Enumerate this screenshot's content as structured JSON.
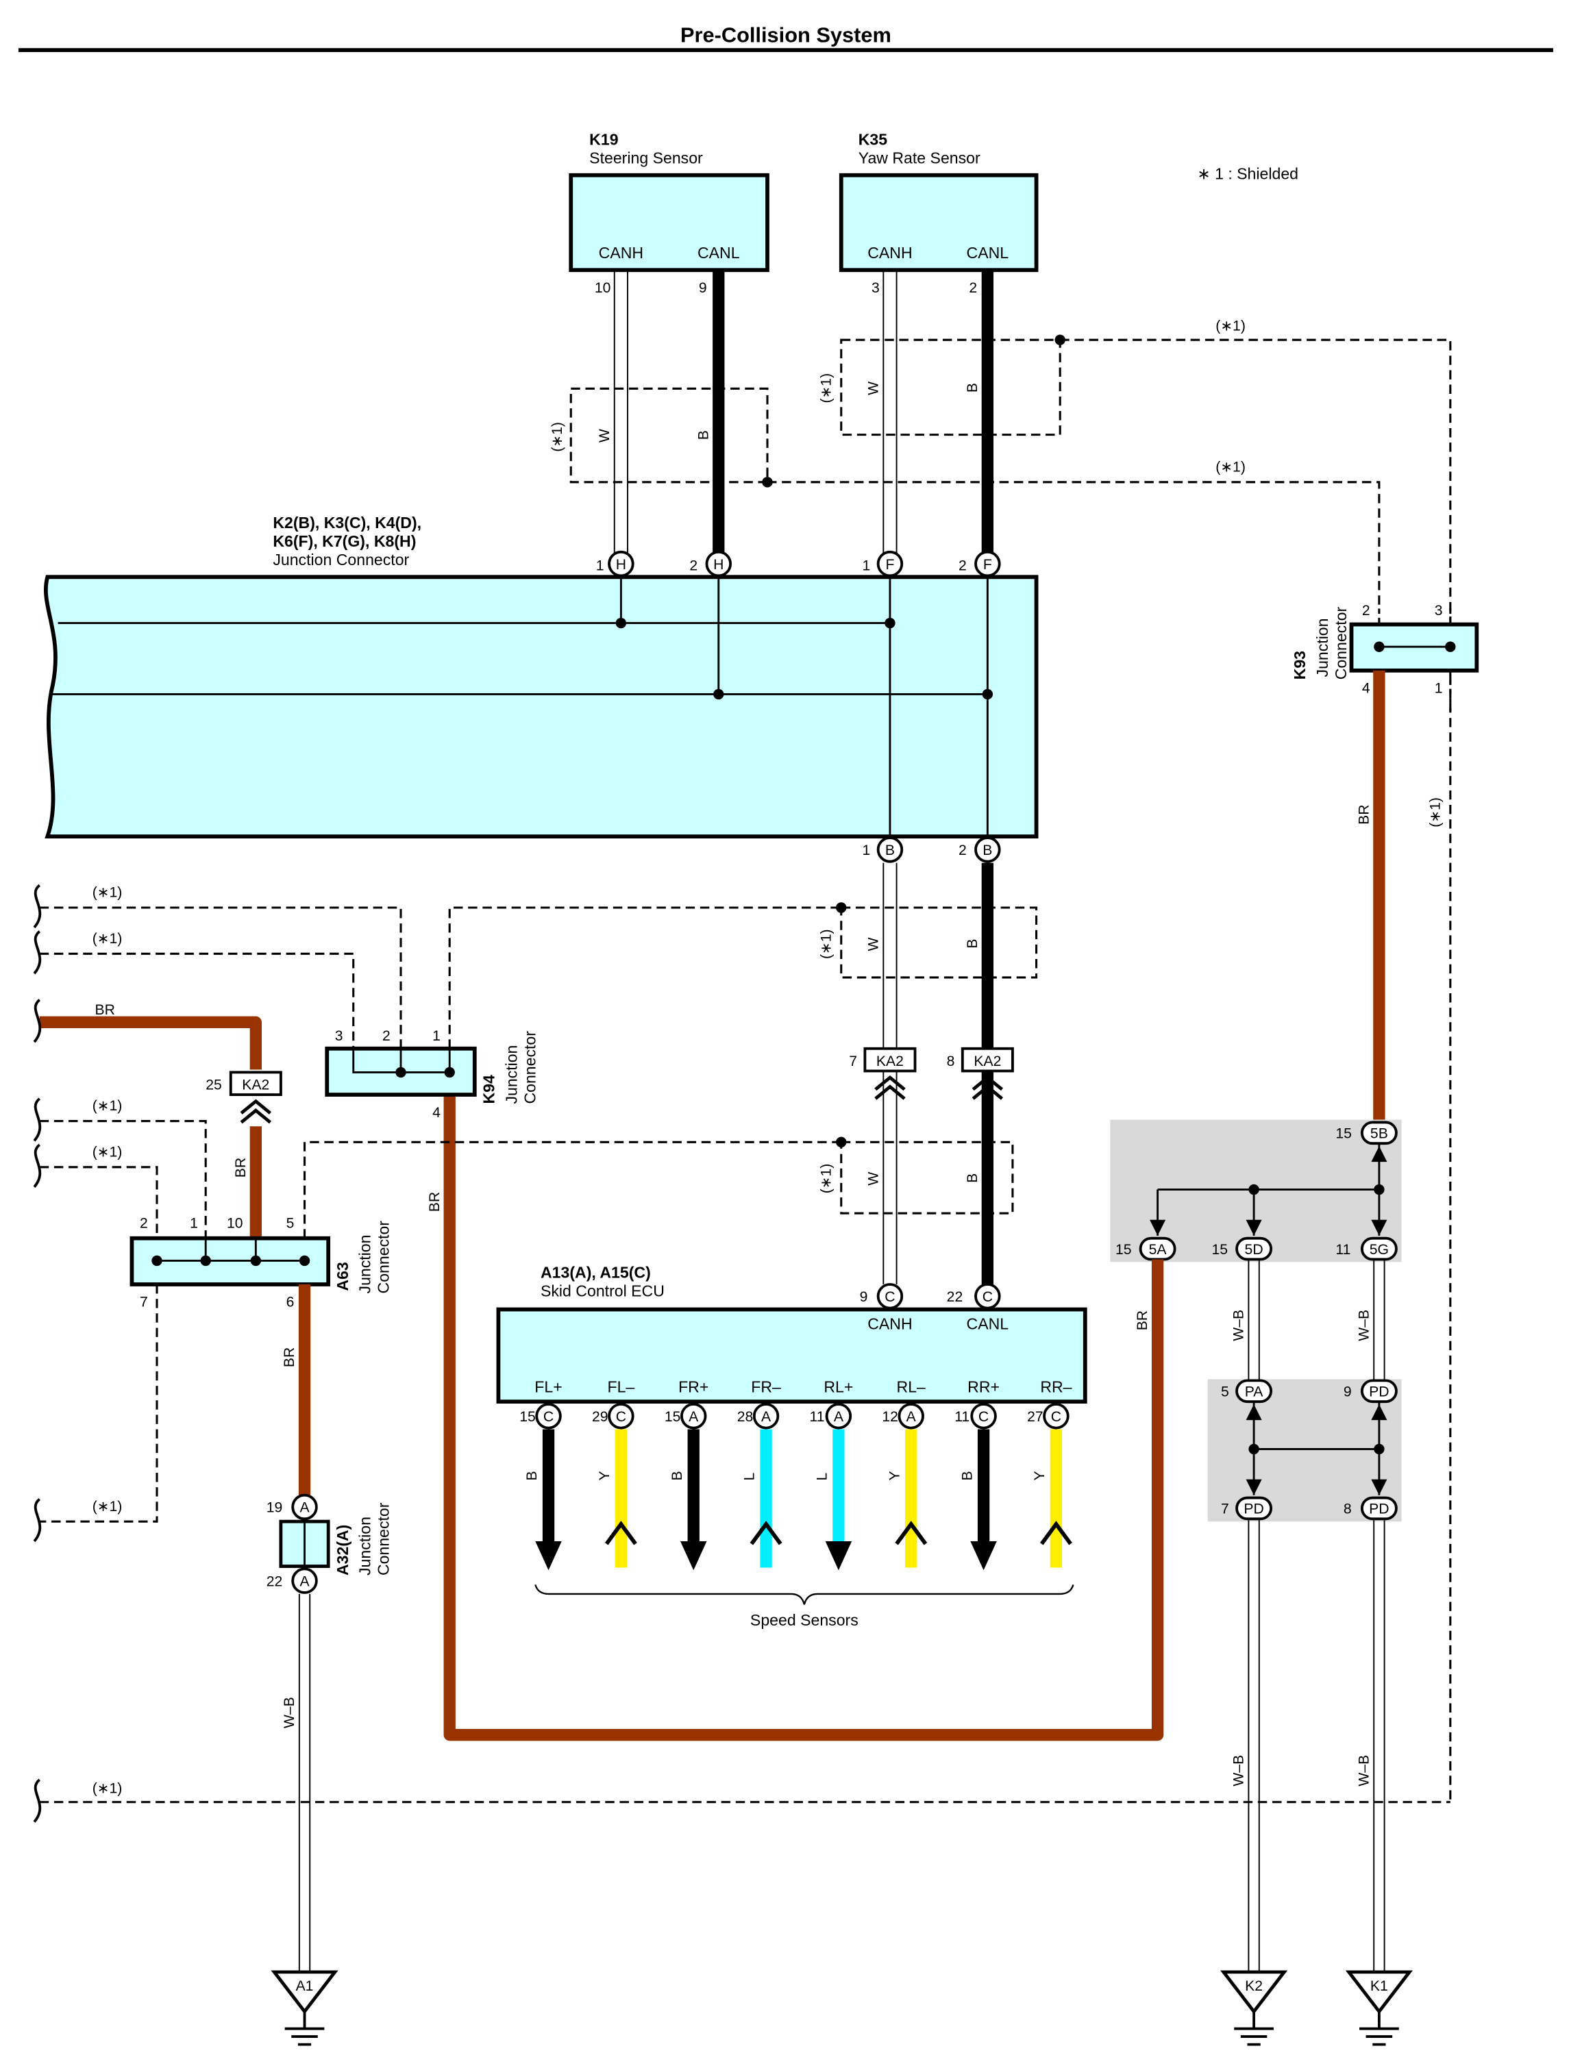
{
  "page": {
    "title": "Pre-Collision System",
    "note": "∗ 1 : Shielded"
  },
  "shield_label": "(∗1)",
  "components": {
    "k19": {
      "code": "K19",
      "name": "Steering Sensor",
      "pins": [
        "CANH",
        "CANL"
      ],
      "pin_nums": [
        "10",
        "9"
      ]
    },
    "k35": {
      "code": "K35",
      "name": "Yaw Rate Sensor",
      "pins": [
        "CANH",
        "CANL"
      ],
      "pin_nums": [
        "3",
        "2"
      ]
    },
    "jc_main": {
      "code": "K2(B), K3(C), K4(D),",
      "code2": "K6(F), K7(G), K8(H)",
      "name": "Junction Connector"
    },
    "k93": {
      "code": "K93",
      "name1": "Junction",
      "name2": "Connector"
    },
    "k94": {
      "code": "K94",
      "name1": "Junction",
      "name2": "Connector"
    },
    "a63": {
      "code": "A63",
      "name1": "Junction",
      "name2": "Connector"
    },
    "a32": {
      "code": "A32(A)",
      "name1": "Junction",
      "name2": "Connector"
    },
    "ecu": {
      "code": "A13(A), A15(C)",
      "name": "Skid Control ECU",
      "can_pins": [
        "CANH",
        "CANL"
      ],
      "sensor_pins": [
        "FL+",
        "FL–",
        "FR+",
        "FR–",
        "RL+",
        "RL–",
        "RR+",
        "RR–"
      ],
      "sensor_pin_nums": [
        "15",
        "29",
        "15",
        "28",
        "11",
        "12",
        "11",
        "27"
      ],
      "sensor_conn": [
        "C",
        "C",
        "A",
        "A",
        "A",
        "A",
        "C",
        "C"
      ],
      "sensor_wire_colors": [
        "B",
        "Y",
        "B",
        "L",
        "L",
        "Y",
        "B",
        "Y"
      ]
    },
    "speed_sensors": "Speed Sensors"
  },
  "wire_colors": {
    "white": "W",
    "black": "B",
    "brown": "BR",
    "white_black": "W–B",
    "yellow": "Y",
    "blue": "L"
  },
  "colors": {
    "brown": "#993300",
    "yellow": "#ffee00",
    "blue": "#00eeff",
    "cyan_fill": "#ccffff",
    "gray_fill": "#d9d9d9"
  },
  "connectors": {
    "KA2": "KA2",
    "5B": "5B",
    "5A": "5A",
    "5D": "5D",
    "5G": "5G",
    "PA": "PA",
    "PD": "PD"
  },
  "grounds": [
    "A1",
    "K2",
    "K1"
  ]
}
